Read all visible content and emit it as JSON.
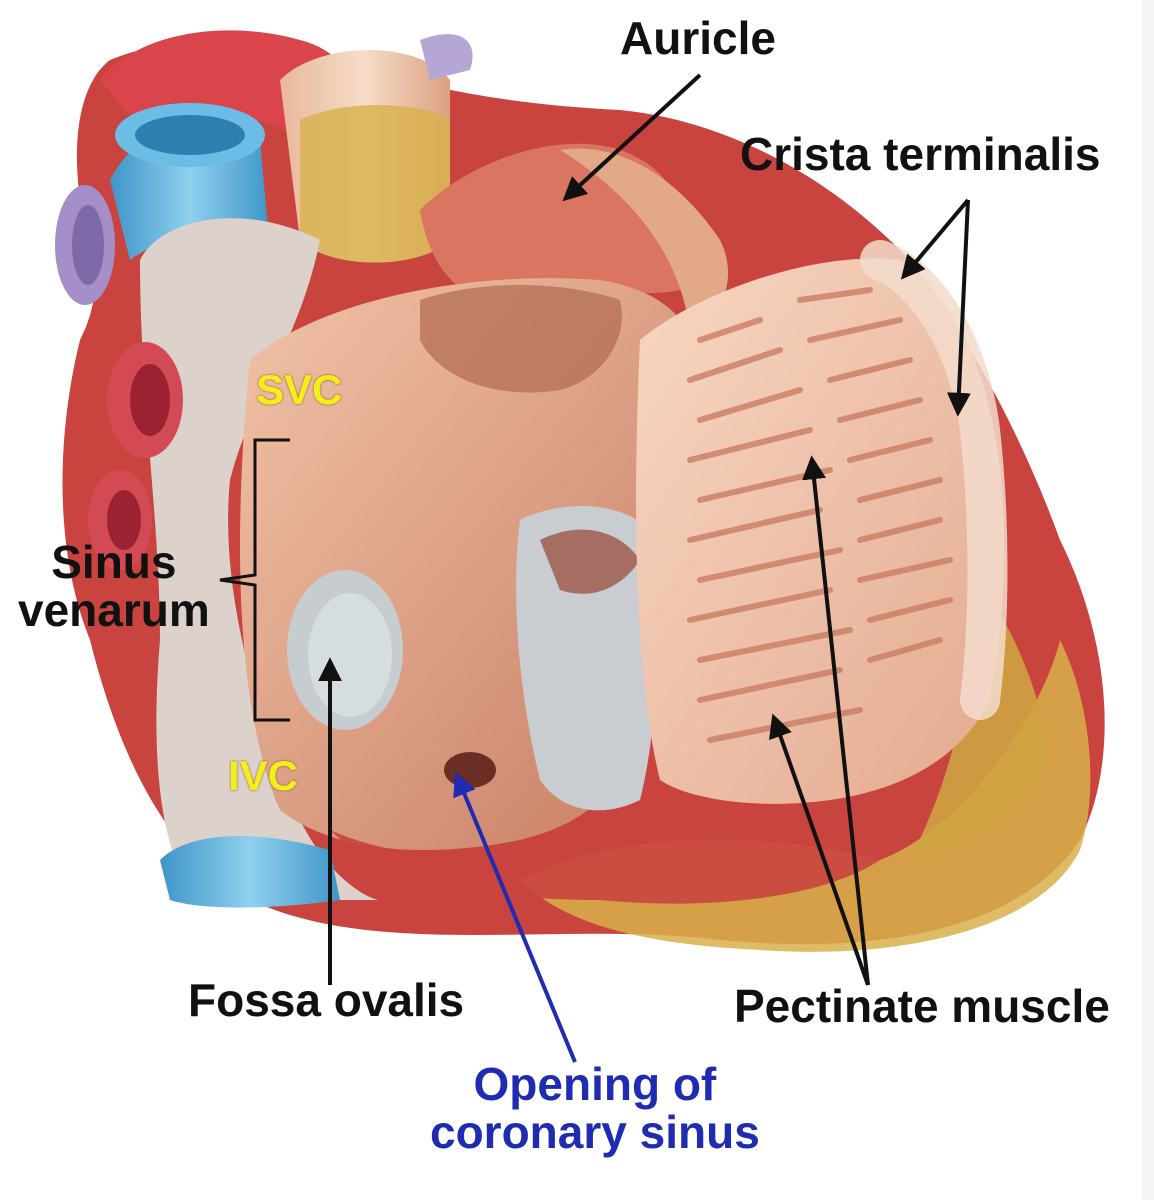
{
  "labels": {
    "auricle": "Auricle",
    "crista_terminalis": "Crista terminalis",
    "svc": "SVC",
    "ivc": "IVC",
    "sinus_venarum_line1": "Sinus",
    "sinus_venarum_line2": "venarum",
    "fossa_ovalis": "Fossa ovalis",
    "pectinate_muscle": "Pectinate muscle",
    "coronary_sinus_line1": "Opening of",
    "coronary_sinus_line2": "coronary sinus"
  },
  "colors": {
    "label_text": "#111111",
    "vessel_label": "#f4ef1a",
    "coronary_sinus_label": "#1f2bb0",
    "aorta_red": "#d9454a",
    "svc_blue": "#5cb0dc",
    "pulmonary_purple": "#a48fc8",
    "atrium_wall": "#efb59a",
    "fat_yellow": "#d8b04a"
  }
}
